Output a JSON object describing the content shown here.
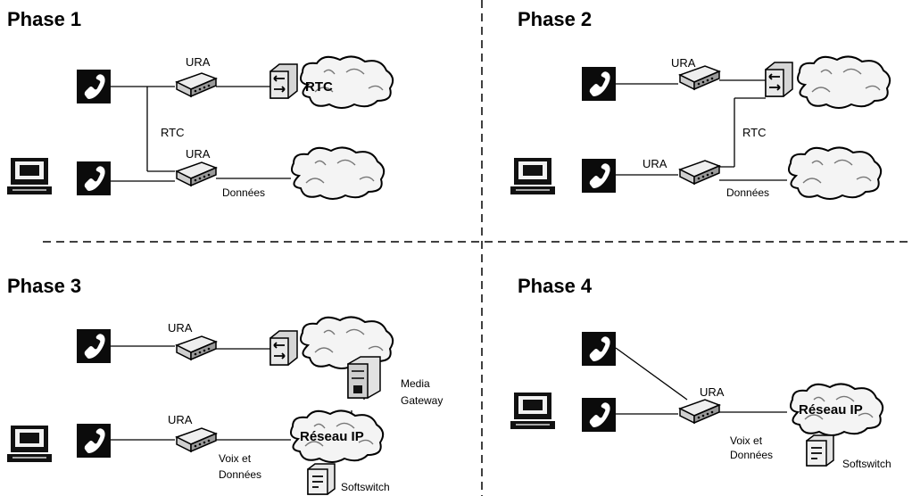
{
  "phases": [
    {
      "title": "Phase 1",
      "labels": {
        "ura_top": "URA",
        "ura_bottom": "URA",
        "rtc_link": "RTC",
        "data_link": "Données",
        "cloud_top": "RTC"
      }
    },
    {
      "title": "Phase 2",
      "labels": {
        "ura_top": "URA",
        "ura_bottom": "URA",
        "rtc_link": "RTC",
        "data_link": "Données"
      }
    },
    {
      "title": "Phase 3",
      "labels": {
        "ura_top": "URA",
        "ura_bottom": "URA",
        "media_gateway_1": "Media",
        "media_gateway_2": "Gateway",
        "voice_data_1": "Voix et",
        "voice_data_2": "Données",
        "cloud_ip": "Réseau IP",
        "softswitch": "Softswitch"
      }
    },
    {
      "title": "Phase 4",
      "labels": {
        "ura": "URA",
        "voice_data_1": "Voix et",
        "voice_data_2": "Données",
        "cloud_ip": "Réseau IP",
        "softswitch": "Softswitch"
      }
    }
  ],
  "icons": {
    "phone": "telephone-icon",
    "computer": "computer-icon",
    "modem": "ura-modem-icon",
    "switch": "pstn-switch-icon",
    "cloud": "network-cloud-icon",
    "gateway": "media-gateway-icon",
    "softswitch": "softswitch-icon"
  }
}
